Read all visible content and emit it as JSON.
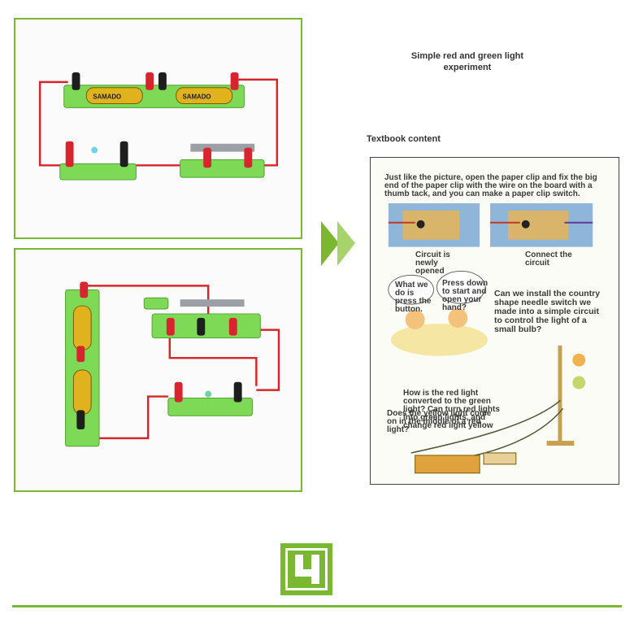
{
  "experiment_title": "Simple red and green light experiment",
  "textbook_label": "Textbook content",
  "battery_brand": "SAMADO",
  "textbook": {
    "intro": "Just like the picture, open the paper clip and fix the big end of the paper clip with the wire on the board with a thumb tack, and you can make a paper clip switch.",
    "circuit_opened": "Circuit is newly opened",
    "connect_circuit": "Connect the circuit",
    "bubble_left": "What we do is press the button.",
    "bubble_right": "Press down to start and open your hand?",
    "question": "Can we install the country shape needle switch we made into a simple circuit to control the light of a small bulb?",
    "red_green": "How is the red light converted to the green light? Can turn red lights into green lights, and change red light yellow",
    "red_middle": "Does the yellow light come on in the middle of a red light?"
  },
  "logo_digit": "4",
  "colors": {
    "accent": "#7ab832",
    "board": "#7ed957",
    "wire": "#d6262b",
    "terminal_red": "#d9232e",
    "terminal_black": "#1e1e1e"
  }
}
